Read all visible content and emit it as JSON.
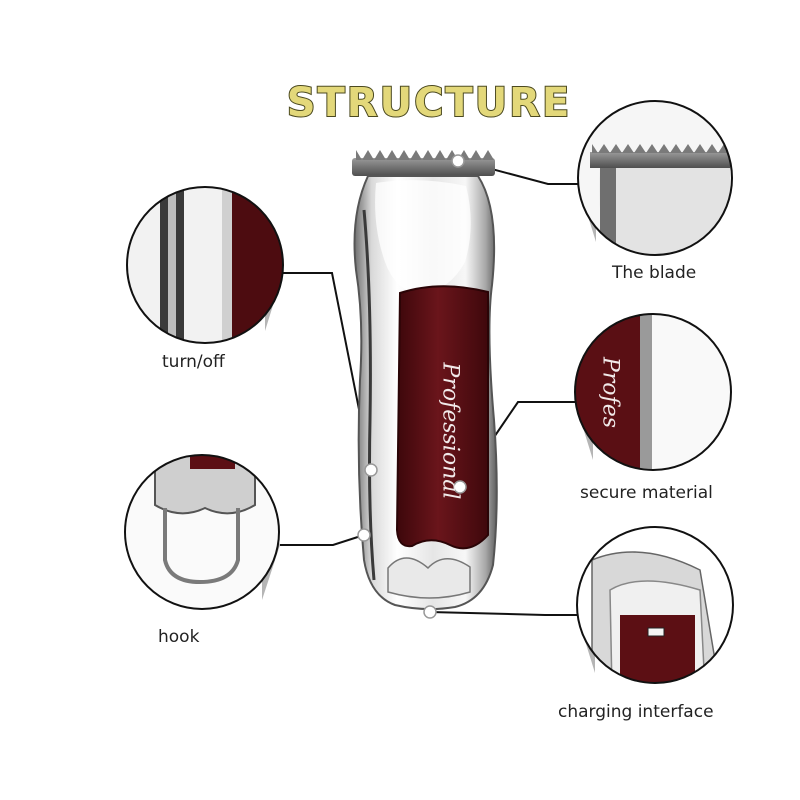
{
  "title": "STRUCTURE",
  "device": {
    "brand_text": "Professional",
    "zoom_text": "Profes"
  },
  "callouts": [
    {
      "id": "turn-off",
      "label": "turn/off"
    },
    {
      "id": "hook",
      "label": "hook"
    },
    {
      "id": "blade",
      "label": "The blade"
    },
    {
      "id": "secure-material",
      "label": "secure material"
    },
    {
      "id": "charging-interface",
      "label": "charging interface"
    }
  ],
  "colors": {
    "title_fill": "#e3d87a",
    "title_stroke": "#4b4920",
    "panel": "#5c0f14",
    "chrome_light": "#f4f4f4",
    "chrome_dark": "#6a6a6a",
    "line": "#111111"
  }
}
